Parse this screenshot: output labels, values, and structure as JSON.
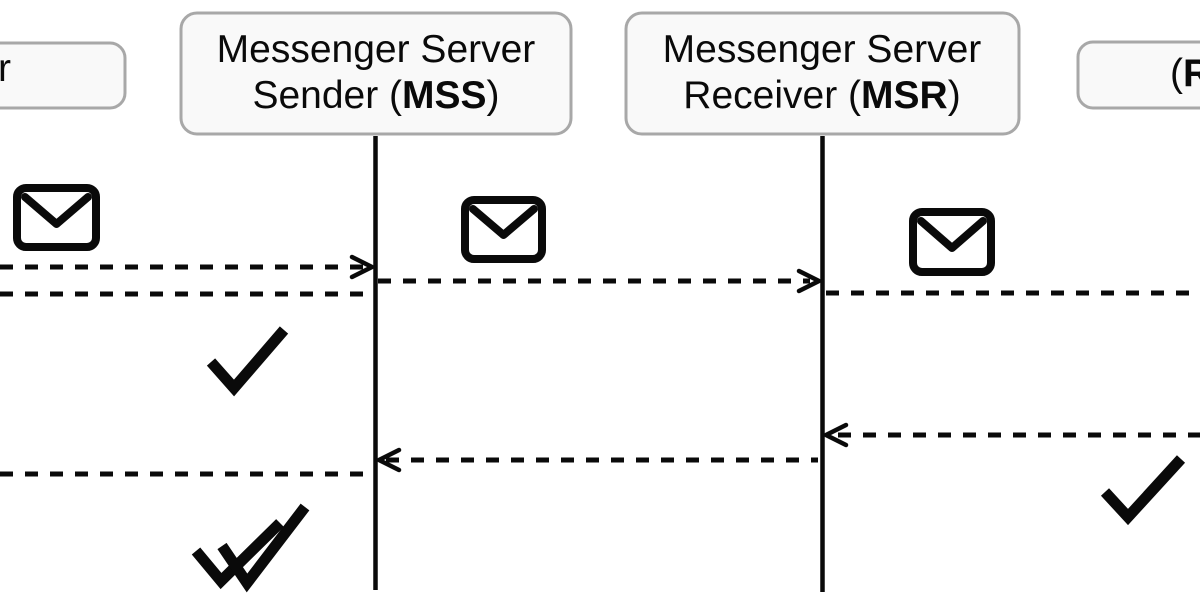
{
  "diagram_type": "message-delivery-sequence-diagram",
  "colors": {
    "ink": "#0a0a0a",
    "box_fill": "#f9f9f9",
    "box_border": "#a8a8a8",
    "background": "#ffffff"
  },
  "actors": {
    "sender_partial": {
      "visible_label": "r"
    },
    "mss": {
      "line1": "Messenger Server",
      "line2_prefix": "Sender (",
      "abbr": "MSS",
      "line2_suffix": ")"
    },
    "msr": {
      "line1": "Messenger Server",
      "line2_prefix": "Receiver (",
      "abbr": "MSR",
      "line2_suffix": ")"
    },
    "receiver_partial": {
      "visible_prefix": "(",
      "visible_abbr_partial": "R"
    }
  },
  "messages": [
    {
      "from": "sender",
      "to": "mss",
      "style": "dashed",
      "arrowhead_at": "mss"
    },
    {
      "from": "mss",
      "to": "msr",
      "style": "dashed",
      "arrowhead_at": "msr"
    },
    {
      "from": "msr",
      "to": "receiver",
      "style": "dashed",
      "arrowhead_at": "offscreen-right"
    },
    {
      "from": "mss",
      "to": "sender",
      "style": "dashed",
      "arrowhead_at": "offscreen-left"
    },
    {
      "from": "receiver",
      "to": "msr",
      "style": "dashed",
      "arrowhead_at": "msr"
    },
    {
      "from": "msr",
      "to": "mss",
      "style": "dashed",
      "arrowhead_at": "mss"
    },
    {
      "from": "mss",
      "to": "sender",
      "style": "dashed",
      "arrowhead_at": "offscreen-left"
    }
  ],
  "status_icons": [
    {
      "icon": "envelope-icon",
      "location": "sender-lane"
    },
    {
      "icon": "envelope-icon",
      "location": "mss-lane"
    },
    {
      "icon": "envelope-icon",
      "location": "msr-lane"
    },
    {
      "icon": "single-check-icon",
      "location": "sender-lane"
    },
    {
      "icon": "single-check-icon",
      "location": "receiver-lane"
    },
    {
      "icon": "double-check-icon",
      "location": "sender-lane"
    }
  ]
}
